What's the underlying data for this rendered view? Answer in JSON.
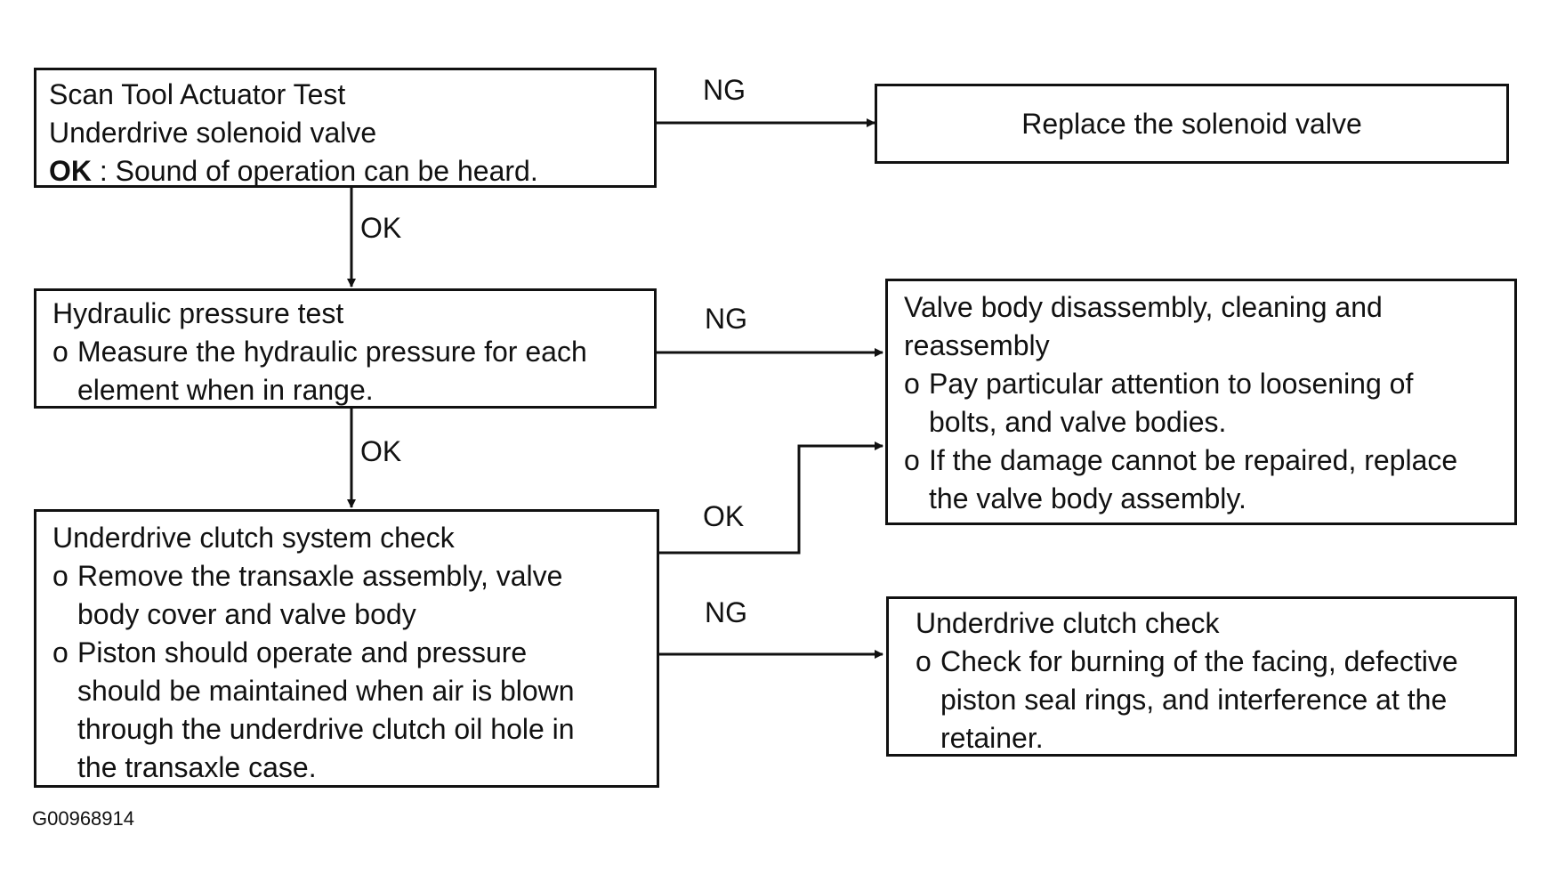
{
  "diagram": {
    "nodes": {
      "scan_tool": {
        "title": "Scan Tool Actuator Test",
        "subtitle": "Underdrive solenoid valve",
        "ok_label": "OK",
        "ok_text": " : Sound of operation can be heard."
      },
      "replace_solenoid": {
        "title": "Replace the solenoid valve"
      },
      "hydraulic": {
        "title": "Hydraulic pressure test",
        "bullet_mark": "o",
        "bullets": [
          "Measure the hydraulic pressure for each\nelement when in range."
        ]
      },
      "valve_body": {
        "title": "Valve body disassembly, cleaning and\nreassembly",
        "bullet_mark": "o",
        "bullets": [
          "Pay particular attention to loosening of\nbolts, and valve bodies.",
          "If the damage cannot be repaired, replace\nthe valve body assembly."
        ]
      },
      "ud_system": {
        "title": "Underdrive clutch system check",
        "bullet_mark": "o",
        "bullets": [
          "Remove the transaxle assembly, valve\nbody cover and valve body",
          "Piston should operate and pressure\nshould be maintained when air is blown\nthrough the underdrive clutch oil hole in\nthe transaxle case."
        ]
      },
      "ud_clutch": {
        "title": "Underdrive clutch check",
        "bullet_mark": "o",
        "bullets": [
          "Check for burning of the facing, defective\npiston seal rings, and interference at the\nretainer."
        ]
      }
    },
    "edges": {
      "scan_ng": "NG",
      "scan_ok": "OK",
      "hydraulic_ng": "NG",
      "hydraulic_ok": "OK",
      "system_ok": "OK",
      "system_ng": "NG"
    },
    "figure_id": "G00968914"
  },
  "colors": {
    "line": "#111111",
    "background": "#ffffff"
  }
}
